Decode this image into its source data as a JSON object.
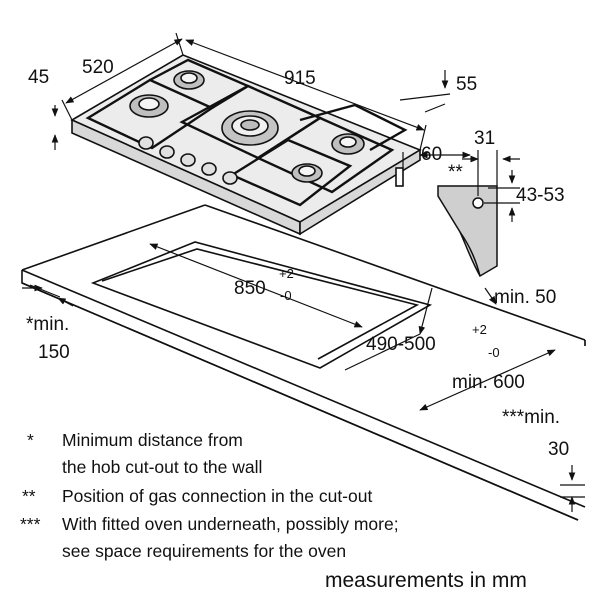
{
  "dimensions": {
    "hob_height": "45",
    "hob_depth": "520",
    "hob_width": "915",
    "thickness": "55",
    "gas_inlet_offset": "60",
    "gas_pos_31": "31",
    "gas_pos_range": "43-53",
    "cutout_width": "850",
    "cutout_width_tol_plus": "+2",
    "cutout_width_tol_minus": "-0",
    "cutout_depth": "490-500",
    "cutout_depth_tol_plus": "+2",
    "cutout_depth_tol_minus": "-0",
    "min_front": "min. 50",
    "min_depth": "min. 600",
    "min_wall_label": "*min.",
    "min_wall_value": "150",
    "min_oven_label": "***min.",
    "min_oven_value": "30",
    "gas_marker": "**"
  },
  "notes": [
    {
      "marker": "*",
      "line1": "Minimum distance from",
      "line2": "the hob cut-out to the wall"
    },
    {
      "marker": "**",
      "line1": "Position of gas connection in the cut-out",
      "line2": ""
    },
    {
      "marker": "***",
      "line1": "With fitted oven underneath, possibly more;",
      "line2": "see space requirements for the oven"
    }
  ],
  "units": "measurements in mm"
}
